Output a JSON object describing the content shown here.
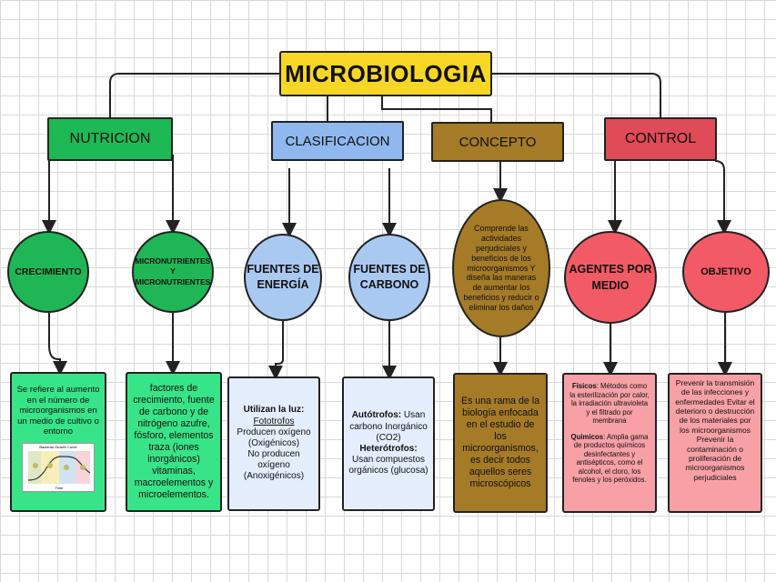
{
  "title": "MICROBIOLOGIA",
  "headers": {
    "nutricion": "NUTRICION",
    "clasificacion": "CLASIFICACION",
    "concepto": "CONCEPTO",
    "control": "CONTROL"
  },
  "circles": {
    "crecimiento": "CRECIMIENTO",
    "micro": "MICRONUTRIENTES Y MICRONUTRIENTES",
    "energia": "FUENTES DE ENERGÍA",
    "carbono": "FUENTES DE CARBONO",
    "concepto": "Comprende las actividades perjudiciales y beneficios de los microorganismos Y diseña las maneras de aumentar los beneficios y reducir o eliminar los daños",
    "agentes": "AGENTES POR MEDIO",
    "objetivo": "OBJETIVO"
  },
  "leaves": {
    "crecimiento": "Se refiere al aumento en el número de microorganismos en un medio de cultivo o entorno",
    "growth_chart_title": "Bacterial Growth Curve",
    "growth_chart_xlabel": "Time",
    "micro": "factores de crecimiento, fuente de carbono y de nitrógeno azufre, fósforo, elementos traza (iones inorgánicos) vitaminas, macroelementos y microelementos.",
    "energia": {
      "label": "Utilizan la luz:",
      "foto": "Fototrofos",
      "line1": "Producen oxígeno (Oxigénicos)",
      "line2": "No producen oxígeno (Anoxigénicos)"
    },
    "carbono": {
      "auto_label": "Autótrofos:",
      "auto_text": "Usan carbono Inorgánico (CO2)",
      "hetero_label": "Heterótrofos:",
      "hetero_text": "Usan compuestos orgánicos (glucosa)"
    },
    "concepto": "Es una rama de la biología enfocada en el estudio de los microorganismos, es decir todos aquellos seres microscópicos",
    "agentes": {
      "fisicos_label": "Físicos",
      "fisicos_text": ": Métodos como la esterilización por calor, la irradiación ultravioleta y el filtrado por membrana",
      "quimicos_label": "Quimicos",
      "quimicos_text": ": Amplia gama de productos químicos desinfectantes y antisépticos, como el alcohol, el cloro, los fenoles y los peróxidos."
    },
    "objetivo": "Prevenir la transmisión de las infecciones y enfermedades Evitar el deterioro o destrucción de los materiales por los microorganismos Prevenir la contaminación o proliferación de microorganismos perjudiciales"
  },
  "colors": {
    "title": "#f7d626",
    "green": "#1db954",
    "blue": "#8fb8ee",
    "brown": "#a57b27",
    "red": "#df4b57",
    "pink": "#f7a0a6"
  }
}
